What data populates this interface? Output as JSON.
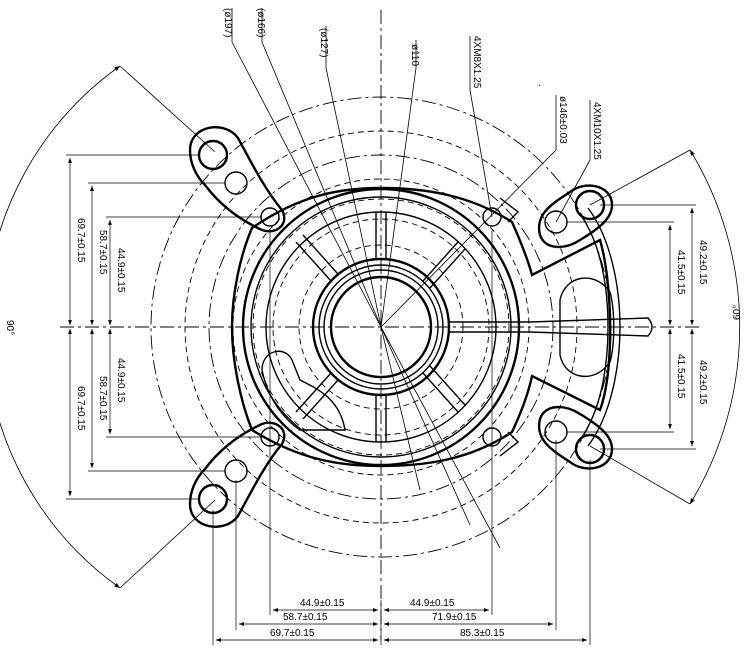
{
  "diagram": {
    "top_labels": [
      "(ø197)",
      "(ø166)",
      "(ø127)",
      "ø110",
      "4XM8X1.25",
      "ø146±0.03",
      "4XM10X1.25"
    ],
    "left_angle": "90°",
    "right_angle": "60°",
    "left_vertical": {
      "outer": "69.7±0.15",
      "middle": "58.7±0.15",
      "inner": "44.9±0.15"
    },
    "right_vertical": {
      "outer": "49.2±0.15",
      "inner": "41.5±0.15"
    },
    "bottom": {
      "row1_left": "44.9±0.15",
      "row1_right": "44.9±0.15",
      "row2_left": "58.7±0.15",
      "row2_right": "71.9±0.15",
      "row3_left": "69.7±0.15",
      "row3_right": "85.3±0.15"
    }
  }
}
